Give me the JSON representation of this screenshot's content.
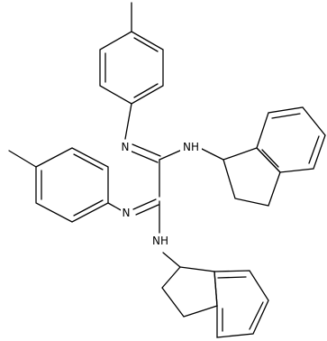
{
  "molecule": {
    "atoms": {
      "n_top": "N",
      "nh_top": "NH",
      "n_mid": "N",
      "nh_bottom": "NH"
    },
    "colors": {
      "bond": "#000000",
      "label": "#000000",
      "background": "#ffffff"
    }
  }
}
